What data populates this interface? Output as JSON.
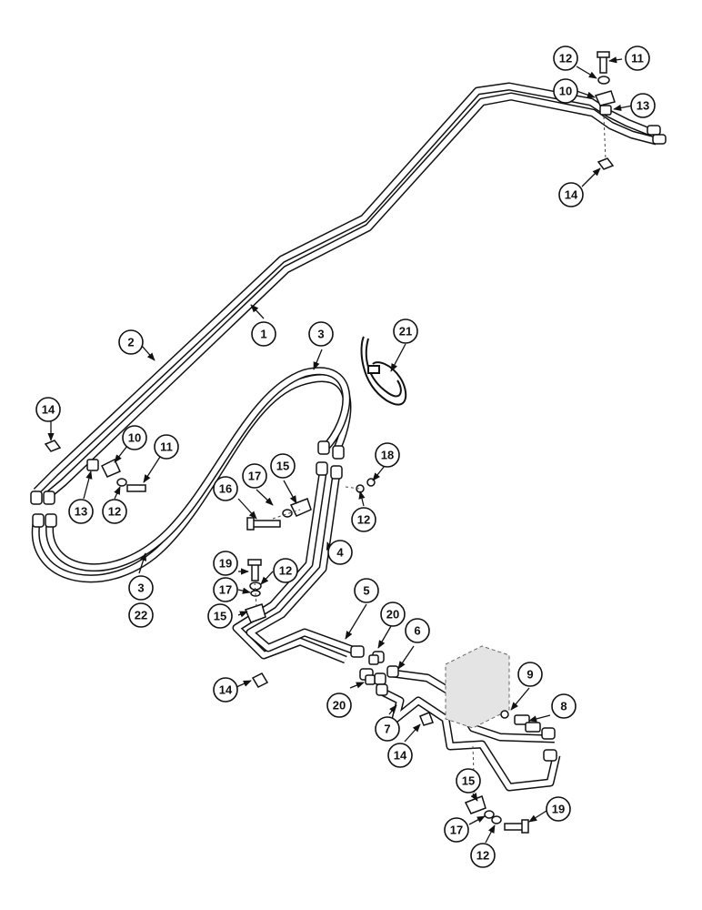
{
  "callouts": {
    "c1": "1",
    "c2": "2",
    "c3a": "3",
    "c3b": "3",
    "c4": "4",
    "c5": "5",
    "c6": "6",
    "c7": "7",
    "c8": "8",
    "c9": "9",
    "c10a": "10",
    "c10b": "10",
    "c11a": "11",
    "c11b": "11",
    "c12a": "12",
    "c12b": "12",
    "c12c": "12",
    "c12d": "12",
    "c12e": "12",
    "c13a": "13",
    "c13b": "13",
    "c14a": "14",
    "c14b": "14",
    "c14c": "14",
    "c14d": "14",
    "c15a": "15",
    "c15b": "15",
    "c15c": "15",
    "c16": "16",
    "c17a": "17",
    "c17b": "17",
    "c17c": "17",
    "c18": "18",
    "c19a": "19",
    "c19b": "19",
    "c20a": "20",
    "c20b": "20",
    "c21": "21",
    "c22": "22"
  }
}
